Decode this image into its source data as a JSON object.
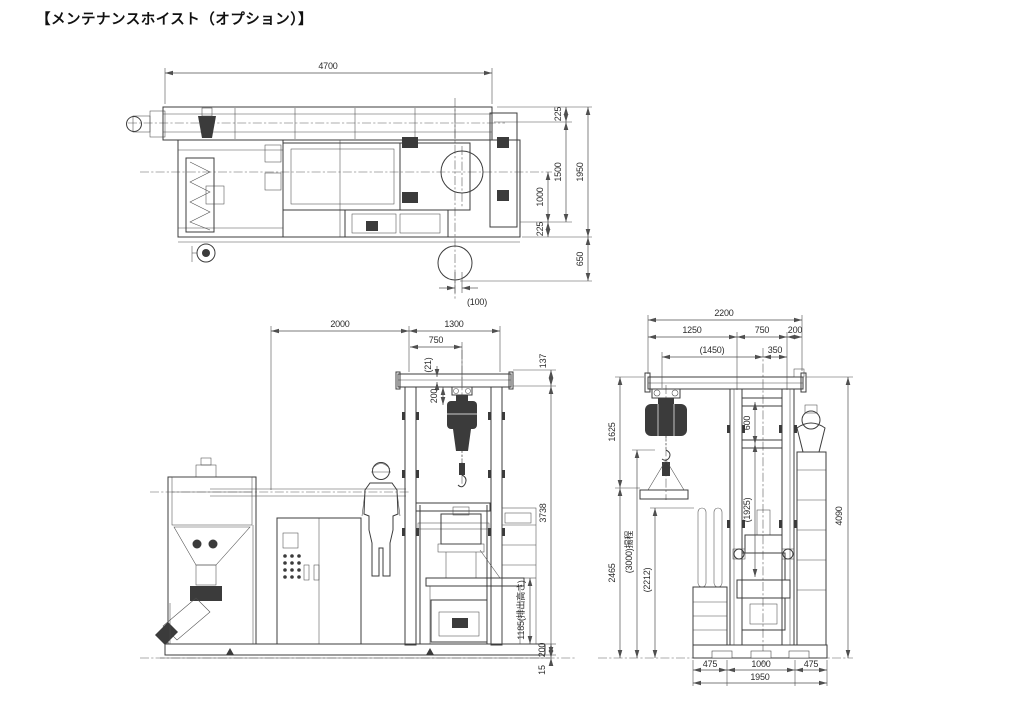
{
  "title": "【メンテナンスホイスト（オプション）】",
  "colors": {
    "line": "#3c3c3c",
    "dimension": "#4f4f4f",
    "text": "#2c2c2c",
    "background": "#ffffff"
  },
  "views": {
    "top": {
      "dims": {
        "overall_length": "4700",
        "top_offset": "225",
        "inner_depth": "1500",
        "overall_depth": "1950",
        "center_to_bottom": "1000",
        "bottom_offset": "225",
        "post_extension": "650",
        "post_offset": "(100)"
      }
    },
    "front": {
      "dims": {
        "left_span": "2000",
        "gantry_span": "1300",
        "hoist_travel": "750",
        "rail_gap": "(21)",
        "suspension": "200",
        "girder_depth": "137",
        "under_beam_height": "3738",
        "discharge_height": "1185(排出高さ)",
        "base_height": "200",
        "pad_height": "15"
      }
    },
    "side": {
      "dims": {
        "overall_width": "2200",
        "hoist_to_column": "1250",
        "column_span": "750",
        "end_offset": "200",
        "hook_reach": "(1450)",
        "center_offset": "350",
        "beam_to_hook": "1625",
        "crossbeam_pitch": "600",
        "hook_to_floor": "2465",
        "lift_stroke": "(3000)揚程",
        "rail_top_height": "(2212)",
        "frame_inner_height": "(1925)",
        "overall_height": "4090",
        "foot_pitch_left": "475",
        "foot_pitch_center": "1000",
        "foot_pitch_right": "475",
        "base_length": "1950"
      }
    }
  }
}
